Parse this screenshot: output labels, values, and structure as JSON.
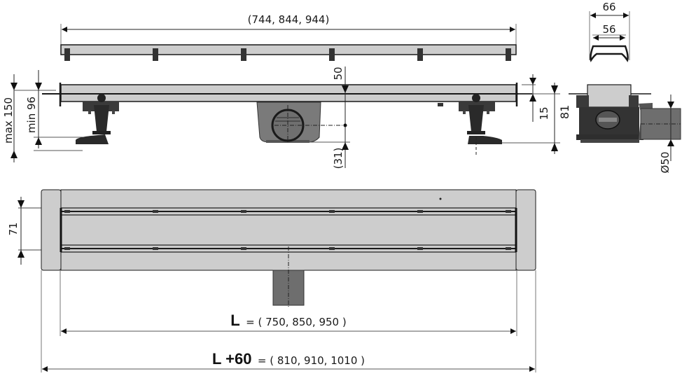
{
  "drawing": {
    "title": "Linear shower drain technical drawing",
    "colors": {
      "background": "#ffffff",
      "steel": "#cdcdcd",
      "outline": "#1a1a1a",
      "dark_part": "#3a3a3a",
      "body_grey": "#6e6e6e",
      "dim_line": "#222222",
      "ext_line": "#888888"
    },
    "dimensions": {
      "grate_length": "(744, 844, 944)",
      "profile_outer_width": "66",
      "profile_inner_width": "56",
      "height_max": "max 150",
      "height_min": "min 96",
      "outlet_axis_depth": "50",
      "outlet_bottom": "(31)",
      "flange_height": "15",
      "total_height": "81",
      "outlet_diameter": "Ø50",
      "channel_width": "71"
    },
    "formulas": {
      "length": {
        "symbol": "L",
        "equals": "= ( 750, 850, 950 )"
      },
      "total_length": {
        "symbol": "L +60",
        "equals": "= ( 810, 910, 1010 )"
      }
    },
    "views": [
      {
        "name": "grate-side-view"
      },
      {
        "name": "drain-side-view"
      },
      {
        "name": "profile-cross-section"
      },
      {
        "name": "outlet-end-view"
      },
      {
        "name": "drain-top-view"
      }
    ]
  }
}
